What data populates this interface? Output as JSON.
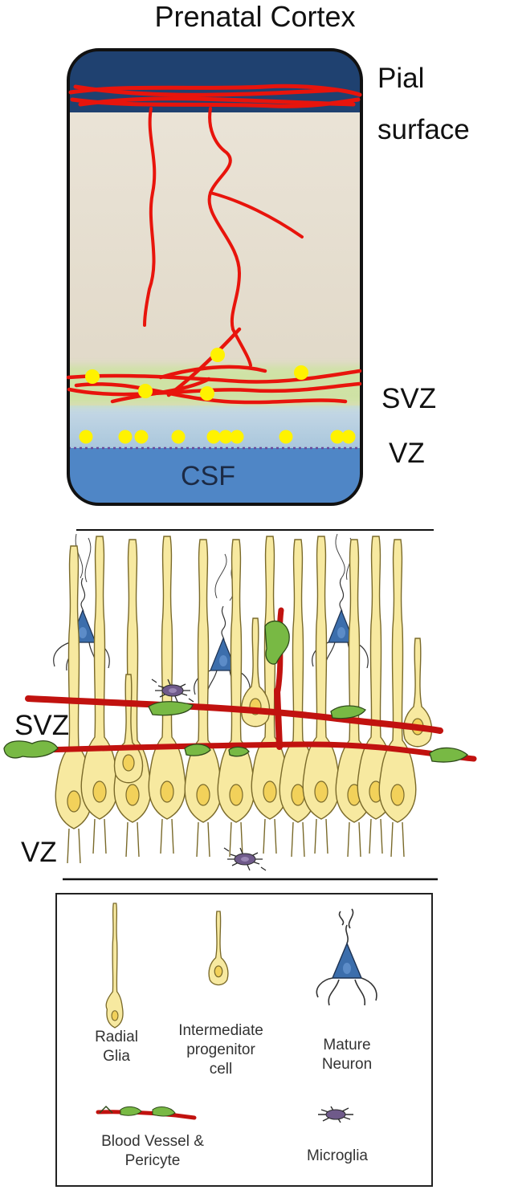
{
  "title": "Prenatal Cortex",
  "top_panel": {
    "pial_line1": "Pial",
    "pial_line2": "surface",
    "svz": "SVZ",
    "vz": "VZ",
    "csf": "CSF"
  },
  "middle_panel": {
    "svz": "SVZ",
    "vz": "VZ"
  },
  "legend": {
    "radial_glia": [
      "Radial",
      "Glia"
    ],
    "intermediate_progenitor": [
      "Intermediate",
      "progenitor",
      "cell"
    ],
    "mature_neuron": [
      "Mature",
      "Neuron"
    ],
    "blood_vessel_pericyte": [
      "Blood Vessel &",
      "Pericyte"
    ],
    "microglia": "Microglia"
  },
  "colors": {
    "pial_blue": "#1e3f6e",
    "tissue_beige": "#e8e1d3",
    "csf_blue": "#4f86c6",
    "vessel_red": "#e8140c",
    "vessel_dark_red": "#b30f0f",
    "cell_yellow": "#f6e58a",
    "pericyte_green": "#6fb43f",
    "neuron_blue": "#3c6eac",
    "microglia_purple": "#5a4a70"
  }
}
